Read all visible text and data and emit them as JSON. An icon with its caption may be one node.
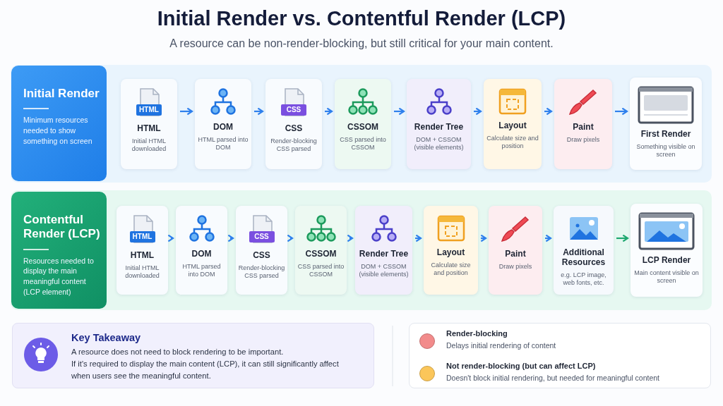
{
  "diagram": {
    "title": "Initial Render vs. Contentful Render (LCP)",
    "caption": "A resource can be non-render-blocking, but still critical for your main content.",
    "nodes": [
      {
        "text": [
          "Initial Render",
          "Minimum resources needed to show something on screen"
        ]
      },
      {
        "text": [
          "HTML",
          "HTML",
          "Initial HTML downloaded"
        ]
      },
      {
        "text": [
          "DOM",
          "HTML parsed into DOM"
        ]
      },
      {
        "text": [
          "CSS",
          "CSS",
          "Render-blocking CSS parsed"
        ]
      },
      {
        "text": [
          "CSSOM",
          "CSS parsed into CSSOM"
        ]
      },
      {
        "text": [
          "Render Tree",
          "DOM + CSSOM (visible elements)"
        ]
      },
      {
        "text": [
          "Layout",
          "Calculate size and position"
        ]
      },
      {
        "text": [
          "Paint",
          "Draw pixels"
        ]
      },
      {
        "text": [
          "First Render",
          "Something visible on screen"
        ]
      },
      {
        "text": [
          "Contentful Render (LCP)",
          "Resources needed to display the main meaningful content (LCP element)"
        ]
      },
      {
        "text": [
          "HTML",
          "HTML",
          "Initial HTML downloaded"
        ]
      },
      {
        "text": [
          "DOM",
          "HTML parsed into DOM"
        ]
      },
      {
        "text": [
          "CSS",
          "CSS",
          "Render-blocking CSS parsed"
        ]
      },
      {
        "text": [
          "CSSOM",
          "CSS parsed into CSSOM"
        ]
      },
      {
        "text": [
          "Render Tree",
          "DOM + CSSOM (visible elements)"
        ]
      },
      {
        "text": [
          "Layout",
          "Calculate size and position"
        ]
      },
      {
        "text": [
          "Paint",
          "Draw pixels"
        ]
      },
      {
        "text": [
          "Additional Resources",
          "e.g. LCP image, web fonts, etc."
        ]
      },
      {
        "text": [
          "LCP Render",
          "Main content visible on screen"
        ]
      },
      {
        "text": [
          "Key Takeaway",
          "A resource does not need to block rendering to be important.",
          "If it's required to display the main content (LCP), it can still significantly affect when users see the meaningful content."
        ]
      }
    ],
    "edges": [
      {
        "from": 1,
        "to": 2,
        "arrow": "to"
      },
      {
        "from": 2,
        "to": 3,
        "arrow": "to"
      },
      {
        "from": 3,
        "to": 4,
        "arrow": "to"
      },
      {
        "from": 4,
        "to": 5,
        "arrow": "to"
      },
      {
        "from": 5,
        "to": 6,
        "arrow": "to"
      },
      {
        "from": 6,
        "to": 7,
        "arrow": "to"
      },
      {
        "from": 7,
        "to": 8,
        "arrow": "to"
      },
      {
        "from": 10,
        "to": 11,
        "arrow": "to"
      },
      {
        "from": 11,
        "to": 12,
        "arrow": "to"
      },
      {
        "from": 12,
        "to": 13,
        "arrow": "to"
      },
      {
        "from": 13,
        "to": 14,
        "arrow": "to"
      },
      {
        "from": 14,
        "to": 15,
        "arrow": "to"
      },
      {
        "from": 15,
        "to": 16,
        "arrow": "to"
      },
      {
        "from": 16,
        "to": 17,
        "arrow": "to"
      },
      {
        "from": 17,
        "to": 18,
        "arrow": "to",
        "color": "#1fa870"
      }
    ],
    "labels": [
      "Delays initial rendering of content",
      "Doesn't block initial rendering, but needed for meaningful content"
    ],
    "legend": [
      {
        "text": "Render-blocking",
        "color": "#f28b8b"
      },
      {
        "text": "Not render-blocking (but can affect LCP)",
        "color": "#fbc65a"
      }
    ]
  }
}
